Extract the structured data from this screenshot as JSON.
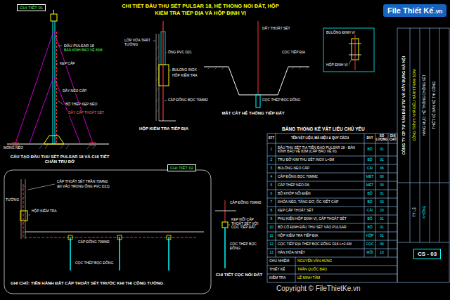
{
  "diagram": {
    "title": "CHI TIẾT ĐẦU THU SÉT PULSAR 18, HỆ THỐNG NỐI ĐẤT, HỘP KIỂM TRA TIẾP ĐỊA VÀ HỘP ĐỊNH VỊ",
    "nodes": [
      {
        "text": [
          "CHI TIẾT 01"
        ]
      },
      {
        "text": [
          "File Thiết Kế",
          ".vn"
        ]
      },
      {
        "text": [
          "CHI TIẾT 02"
        ]
      },
      {
        "text": [
          "CS - 03"
        ]
      }
    ],
    "labels": [
      "ĐẦU PULSAR 18",
      "BÁN KÍNH BẢO VỆ 83M",
      "KẸP CÁP",
      "DÂY NÉO CÁP",
      "BỘ THÉP KẸP NÉO",
      "DÂY CÁP THOÁT SÉT",
      "MÓNG NÉO",
      "CẤU TẠO ĐẦU THU SÉT PULSAR 18 VÀ CHI TIẾT CHÂN TRỤ ĐỠ",
      "LỚP VỮA TRÁT TƯỜNG",
      "ỐNG PVC D21",
      "BULONG INOX",
      "HỘP KIỂM TRA",
      "CÁP ĐỒNG BỌC 70MM2",
      "HỘP KIỂM TRA TIẾP ĐỊA",
      "DÂY THOÁT SÉT",
      "CỌC TIẾP ĐỊA",
      "CỌC THÉP BỌC ĐỒNG",
      "MẶT CẮT HỆ THỐNG TIẾP ĐẤT",
      "BULÔNG ĐỊNH VỊ",
      "HỘP ĐỊNH VỊ",
      "BẢNG THỐNG KÊ VẬT LIỆU CHỦ YẾU",
      "STT",
      "TÊN VẬT LIỆU, MÃ HIỆU & QUY CÁCH",
      "ĐVT",
      "SỐ LƯỢNG",
      "GHI CHÚ",
      "1",
      "ĐẦU THU SÉT TIA TIÊN ĐẠO PULSAR 18 - BÁN KÍNH BẢO VỆ 83M (CẤP BẢO VỆ III)",
      "BỘ",
      "01",
      "2",
      "TRỤ ĐỠ KIM THU SÉT INOX L=5M",
      "BỘ",
      "01",
      "3",
      "BULÔNG NEO CÁP",
      "CÁI",
      "06",
      "4",
      "CÁP ĐỒNG BỌC 70MM2",
      "MÉT",
      "60",
      "5",
      "CÁP THÉP NÉO D6",
      "MÉT",
      "30",
      "6",
      "BỘ KHỚP NỐI ĐIỆN",
      "BỘ",
      "01",
      "7",
      "KHÓA NÉO, TĂNG ĐƠ, ỐC XIẾT CÁP",
      "BỘ",
      "03",
      "8",
      "KẸP CÁP THOÁT SÉT",
      "CÁI",
      "20",
      "9",
      "PHỤ KIỆN HỘP ĐỊNH VỊ, CÁP THOÁT SÉT",
      "BỘ",
      "01",
      "10",
      "BỘ CỐ ĐỊNH ĐẦU THU SÉT VÀO PULSAR",
      "BỘ",
      "01",
      "11",
      "HỘP KIỂM TRA TIẾP ĐỊA",
      "HỘP",
      "01",
      "12",
      "CỌC TIẾP ĐỊA THÉP BỌC ĐỒNG D16 L=2.4M",
      "CỌC",
      "06",
      "13",
      "HÀN HÓA NHIỆT",
      "MỐI",
      "10",
      "CHỦ NHIỆM",
      "NGUYỄN VĂN HÙNG",
      "THIẾT KẾ",
      "TRẦN QUỐC BẢO",
      "KIỂM TRA",
      "LÊ MINH TÂM",
      "CÔNG TY CP TƯ VẤN ĐẦU TƯ VÀ XÂY DỰNG HÀ NỘI",
      "CÔNG TRÌNH: NHÀ ĐIỀU HÀNH TRẠM BƠM",
      "HẠNG MỤC: HỆ THỐNG CHỐNG SÉT",
      "THIẾT KẾ BẢN VẼ THI CÔNG",
      "TỶ LỆ",
      "KHÔNG",
      "CÁP THOÁT SÉT TRẦN 70MM2",
      "(ĐI VÀO TRONG ỐNG PVC D21)",
      "TƯỜNG",
      "HỘP KIỂM TRA",
      "CÁP ĐỒNG 70MM2",
      "CỌC THÉP BỌC ĐỒNG",
      "GHI CHÚ: TIẾN HÀNH ĐẶT CÁP THOÁT SÉT TRƯỚC KHI THI CÔNG TƯỜNG",
      "CÁP ĐỒNG 70MM2",
      "KẸP NỐI CÁP THOÁT SÉT VỚI CỌC TIẾP ĐẤT",
      "CỌC THÉP BỌC ĐỒNG",
      "CHI TIẾT CỌC NỐI ĐẤT",
      "Copyright © FileThietKe.vn"
    ]
  }
}
